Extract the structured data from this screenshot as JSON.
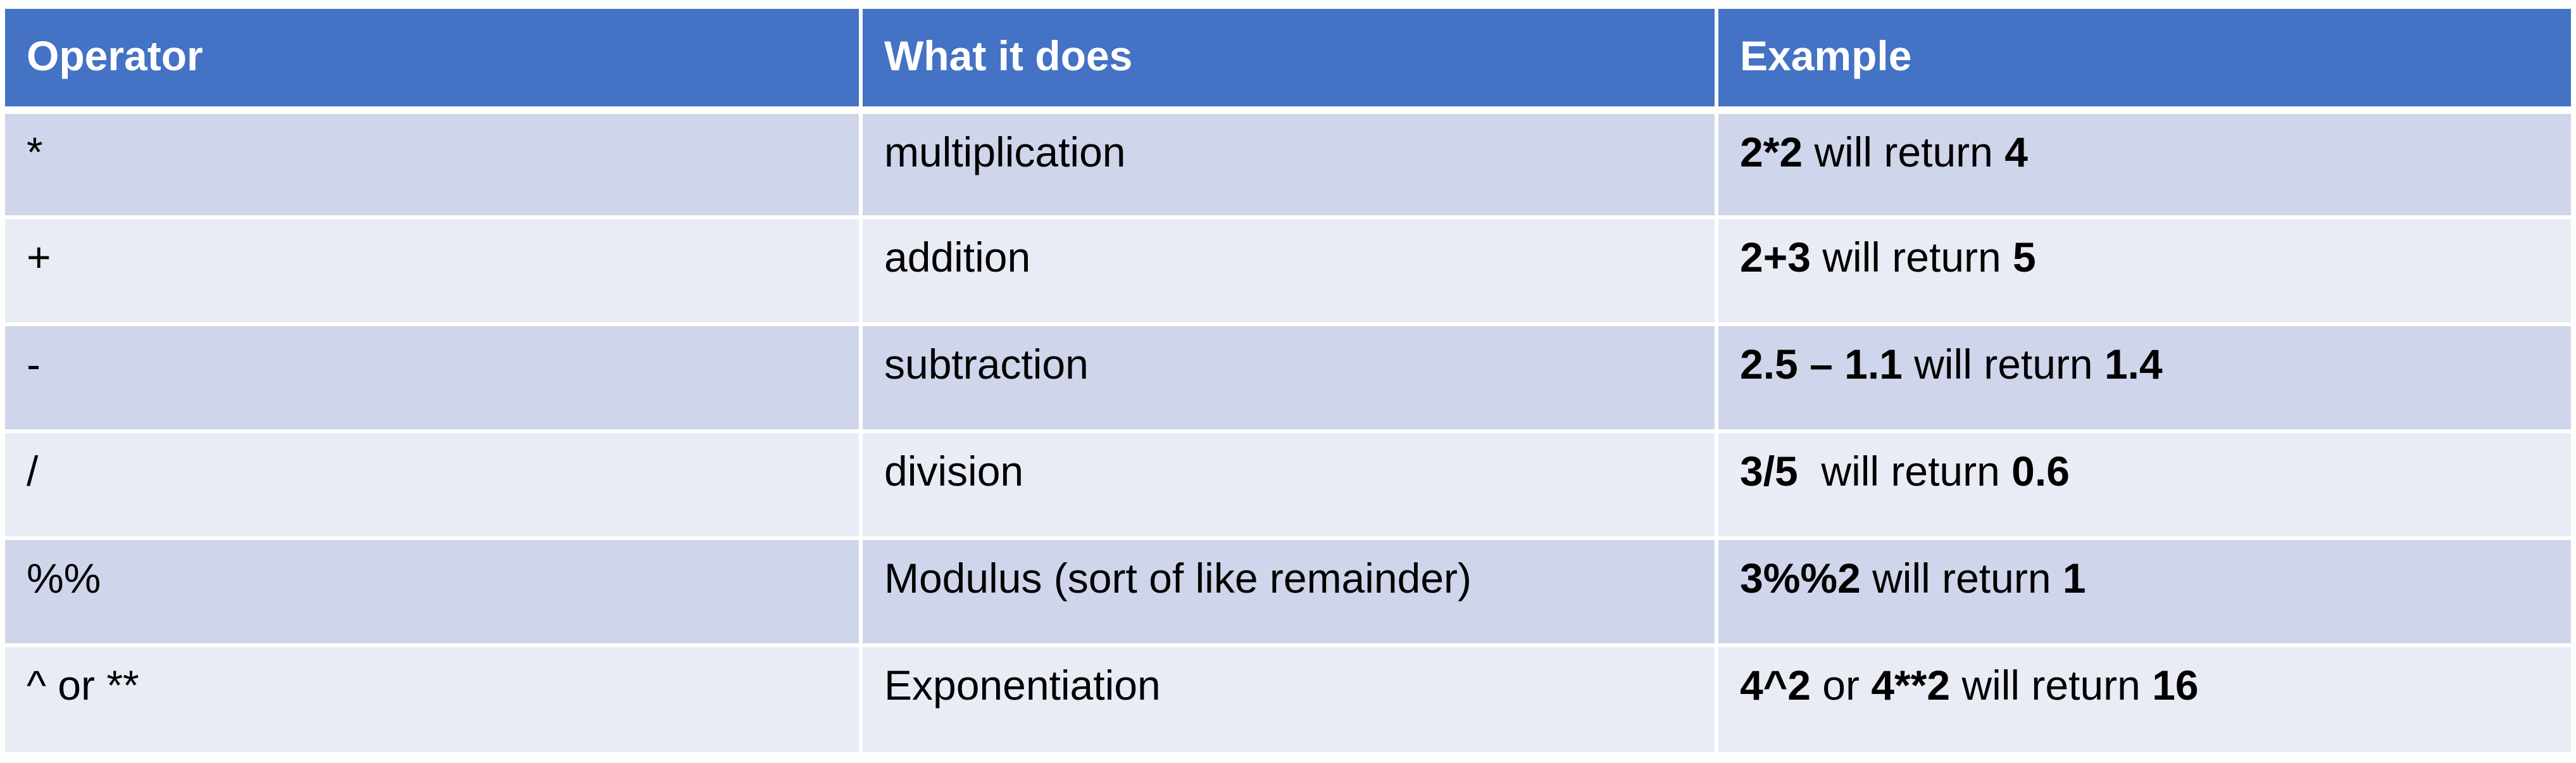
{
  "table": {
    "headers": [
      "Operator",
      "What it does",
      "Example"
    ],
    "rows": [
      {
        "operator": "*",
        "description": "multiplication",
        "example": {
          "expr": "2*2",
          "middle": " will return ",
          "result": "4"
        }
      },
      {
        "operator": "+",
        "description": "addition",
        "example": {
          "expr": "2+3",
          "middle": " will return ",
          "result": "5"
        }
      },
      {
        "operator": "-",
        "description": "subtraction",
        "example": {
          "expr": "2.5 – 1.1",
          "middle": " will return ",
          "result": "1.4"
        }
      },
      {
        "operator": "/",
        "description": "division",
        "example": {
          "expr": "3/5",
          "middle": "  will return ",
          "result": "0.6"
        }
      },
      {
        "operator": "%%",
        "description": "Modulus (sort of like remainder)",
        "example": {
          "expr": "3%%2",
          "middle": " will return ",
          "result": "1"
        }
      },
      {
        "operator": "^ or **",
        "description": "Exponentiation",
        "example": {
          "expr1": "4^2",
          "or": " or ",
          "expr2": "4**2",
          "middle": " will return ",
          "result": "16"
        }
      }
    ]
  },
  "colors": {
    "header_bg": "#4472c4",
    "header_text": "#ffffff",
    "row_band_dark": "#cfd5ea",
    "row_band_light": "#e9ebf5",
    "cell_border": "#ffffff"
  }
}
